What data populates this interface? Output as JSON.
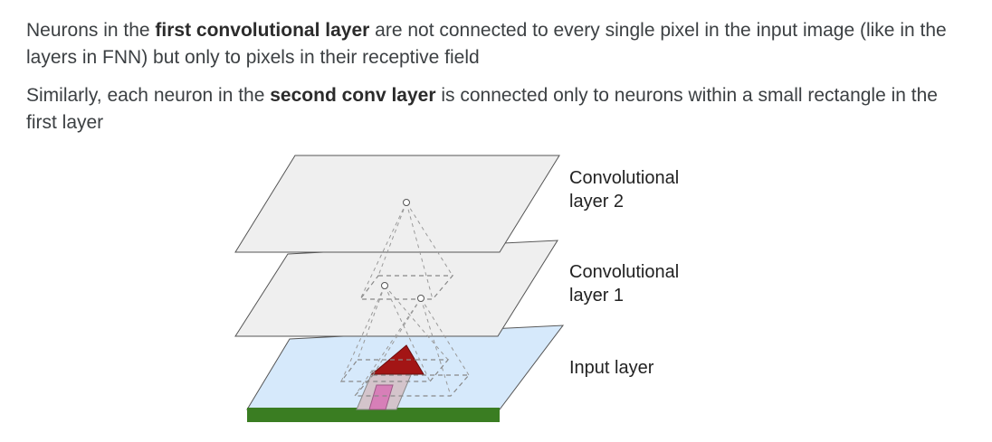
{
  "paragraphs": [
    {
      "before": "Neurons in the ",
      "bold": "first convolutional layer",
      "after": " are not connected to every single pixel in the input image (like in the layers in FNN) but only to pixels in their receptive field"
    },
    {
      "before": "Similarly, each neuron in the ",
      "bold": "second conv layer",
      "after": " is connected only to neurons within a small rectangle in the first layer"
    }
  ],
  "diagram": {
    "labels": {
      "conv2": "Convolutional\nlayer 2",
      "conv1": "Convolutional\nlayer 1",
      "input": "Input layer"
    },
    "colors": {
      "conv_layer_fill": "#efefef",
      "conv_layer_stroke": "#555555",
      "input_layer_fill": "#d6e9fb",
      "ground": "#3a7d22",
      "roof": "#a31515",
      "house_wall": "#d4c4cb",
      "door": "#d77fb8",
      "dashed_lines": "#999999"
    }
  }
}
